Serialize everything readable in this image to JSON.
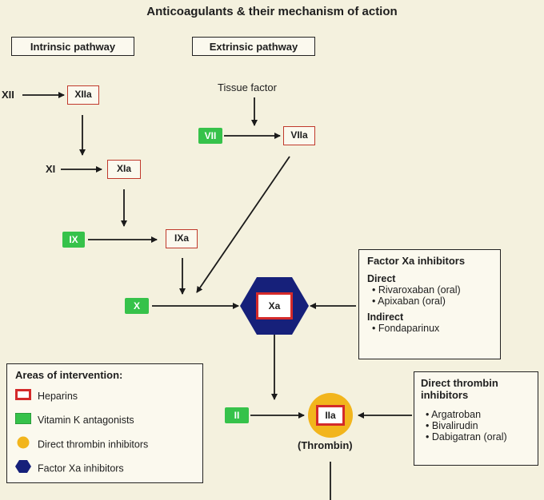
{
  "title": "Anticoagulants & their mechanism of action",
  "pathways": {
    "intrinsic": "Intrinsic pathway",
    "extrinsic": "Extrinsic pathway"
  },
  "factors": {
    "XII": "XII",
    "XIIa": "XIIa",
    "XI": "XI",
    "XIa": "XIa",
    "IX": "IX",
    "IXa": "IXa",
    "tissue_factor": "Tissue factor",
    "VII": "VII",
    "VIIa": "VIIa",
    "X": "X",
    "Xa": "Xa",
    "II": "II",
    "IIa": "IIa",
    "thrombin": "(Thrombin)"
  },
  "xa_panel": {
    "heading": "Factor Xa inhibitors",
    "direct_label": "Direct",
    "direct": [
      "Rivaroxaban (oral)",
      "Apixaban (oral)"
    ],
    "indirect_label": "Indirect",
    "indirect": [
      "Fondaparinux"
    ]
  },
  "dti_panel": {
    "heading_1": "Direct thrombin",
    "heading_2": "inhibitors",
    "items": [
      "Argatroban",
      "Bivalirudin",
      "Dabigatran (oral)"
    ]
  },
  "legend": {
    "heading": "Areas of intervention:",
    "items": [
      {
        "label": "Heparins",
        "icon": "red-outline-square",
        "color": "#d42a2a"
      },
      {
        "label": "Vitamin K antagonists",
        "icon": "green-square",
        "color": "#36c24a"
      },
      {
        "label": "Direct thrombin inhibitors",
        "icon": "yellow-circle",
        "color": "#f2b51c"
      },
      {
        "label": "Factor Xa inhibitors",
        "icon": "navy-hexagon",
        "color": "#16207a"
      }
    ]
  },
  "colors": {
    "background": "#f4f1de",
    "heparin": "#d42a2a",
    "vitk": "#36c24a",
    "dti": "#f2b51c",
    "xa_inhib": "#16207a"
  }
}
